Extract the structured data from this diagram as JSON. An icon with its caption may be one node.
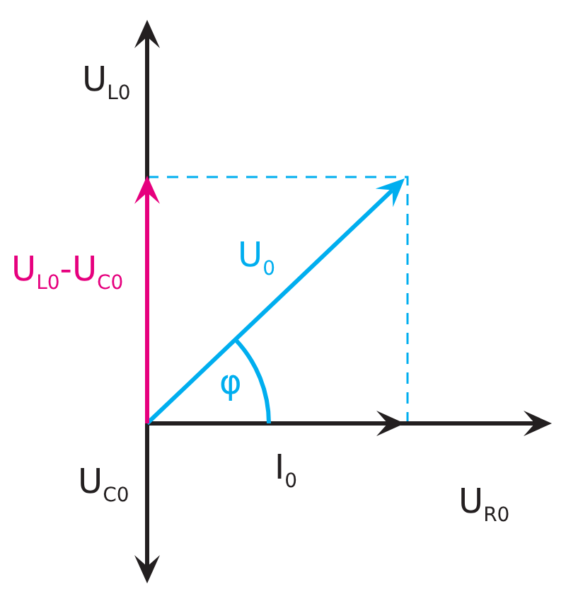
{
  "diagram": {
    "labels": [
      "U$_{L0}$",
      "U$_{0}$",
      "U$_{L0}$-U$_{C0}$",
      "φ",
      "U$_{C0}$",
      "I$_{0}$",
      "U$_{R0}$"
    ]
  }
}
